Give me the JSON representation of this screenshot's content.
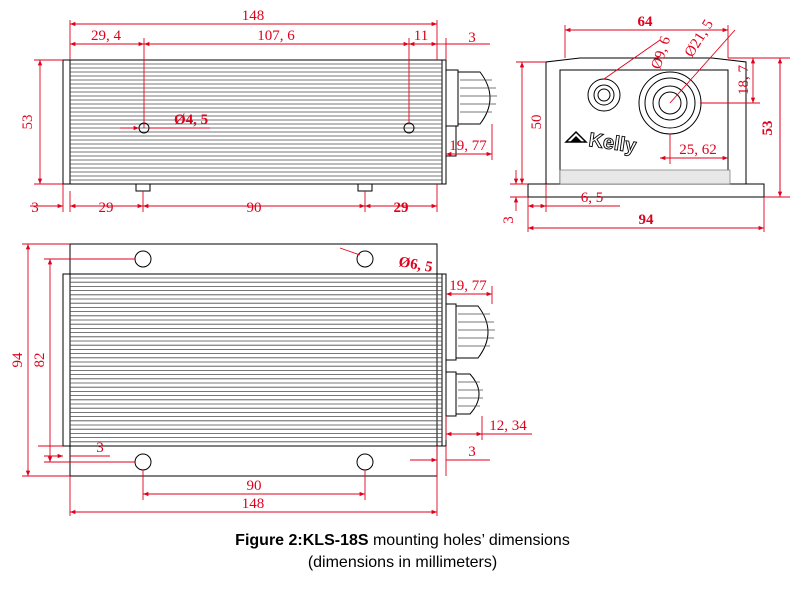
{
  "caption": {
    "prefix": "Figure 2:",
    "model": "KLS-18S",
    "title_rest": " mounting holes’ dimensions",
    "subtitle": "(dimensions in millimeters)"
  },
  "logo_text": "Kelly",
  "colors": {
    "dimension": "#e0001c",
    "outline": "#000000",
    "fin": "#4a4a4a",
    "background": "#ffffff"
  },
  "side_view": {
    "overall_length": "148",
    "hole_offset_left": "29, 4",
    "hole_spacing": "107, 6",
    "hole_offset_right": "11",
    "gland_offset": "3",
    "height": "53",
    "hole_diameter": "Ø4, 5",
    "gland_length": "19, 77",
    "base_offset": "3",
    "foot_left": "29",
    "foot_spacing": "90",
    "foot_right": "29"
  },
  "end_view": {
    "width": "64",
    "small_gland_dia": "Ø9, 6",
    "large_gland_dia": "Ø21, 5",
    "gland_center_height": "18, 7",
    "body_height": "50",
    "overall_height": "53",
    "gland_spacing": "25, 62",
    "foot_offset": "6, 5",
    "base_thickness": "3",
    "base_width": "94"
  },
  "top_view": {
    "overall_width": "94",
    "body_width": "82",
    "hole_diameter": "Ø6, 5",
    "gland_length": "19, 77",
    "gland_offset": "12, 34",
    "edge_offset_left": "3",
    "edge_offset_right": "3",
    "hole_spacing": "90",
    "overall_length": "148"
  }
}
